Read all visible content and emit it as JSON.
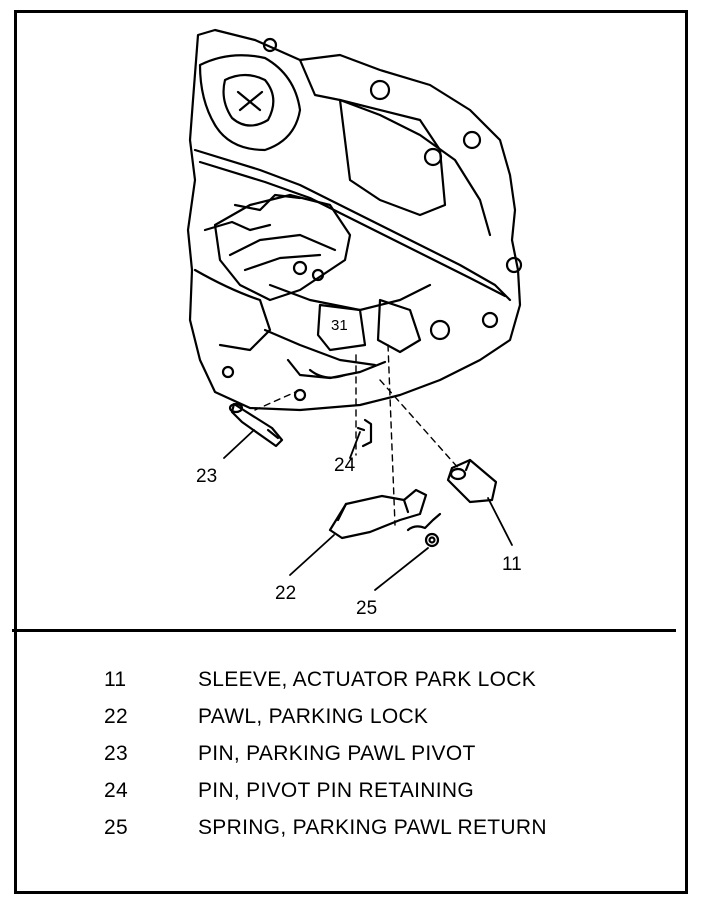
{
  "callouts": {
    "c23": "23",
    "c24": "24",
    "c11": "11",
    "c22": "22",
    "c25": "25",
    "c31": "31"
  },
  "legend": [
    {
      "num": "11",
      "desc": "SLEEVE, ACTUATOR PARK LOCK"
    },
    {
      "num": "22",
      "desc": "PAWL, PARKING LOCK"
    },
    {
      "num": "23",
      "desc": "PIN, PARKING PAWL PIVOT"
    },
    {
      "num": "24",
      "desc": "PIN, PIVOT PIN RETAINING"
    },
    {
      "num": "25",
      "desc": "SPRING, PARKING PAWL RETURN"
    }
  ]
}
